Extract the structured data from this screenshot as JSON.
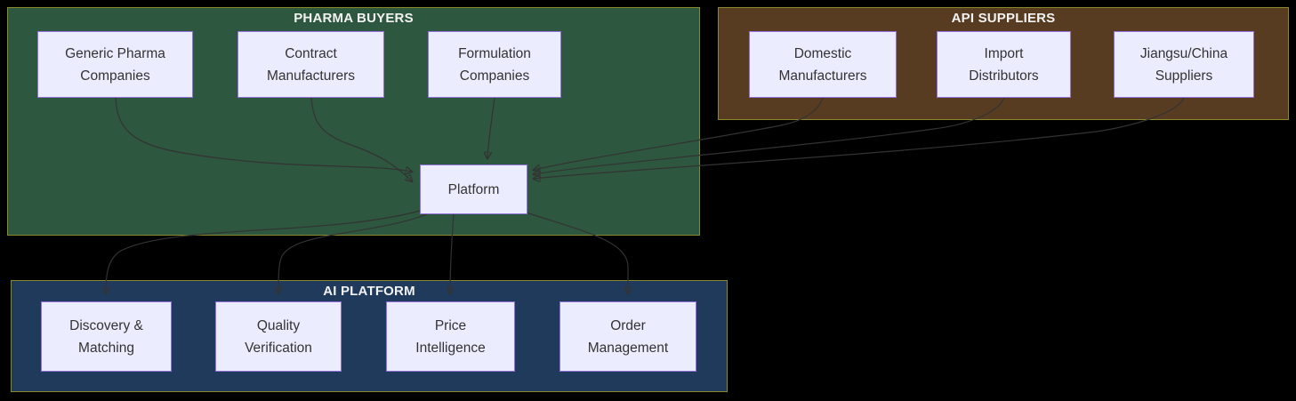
{
  "page": {
    "background_color": "#000000"
  },
  "diagram": {
    "type": "flowchart",
    "clusters": {
      "pharma_buyers": {
        "label": "PHARMA BUYERS",
        "fill": "#2d573e",
        "border": "#8a8a2a"
      },
      "api_suppliers": {
        "label": "API SUPPLIERS",
        "fill": "#583c21",
        "border": "#8a8a2a"
      },
      "ai_platform": {
        "label": "AI PLATFORM",
        "fill": "#203a5c",
        "border": "#8a8a2a"
      }
    },
    "node_style": {
      "fill": "#ECECFF",
      "border": "#9370DB",
      "text_color": "#333333"
    },
    "edge_color": "#333333",
    "nodes": {
      "generic": {
        "line1": "Generic Pharma",
        "line2": "Companies"
      },
      "contract": {
        "line1": "Contract",
        "line2": "Manufacturers"
      },
      "formulation": {
        "line1": "Formulation",
        "line2": "Companies"
      },
      "platform": {
        "line1": "Platform"
      },
      "domestic": {
        "line1": "Domestic",
        "line2": "Manufacturers"
      },
      "import": {
        "line1": "Import",
        "line2": "Distributors"
      },
      "jiangsu": {
        "line1": "Jiangsu/China",
        "line2": "Suppliers"
      },
      "discovery": {
        "line1": "Discovery &",
        "line2": "Matching"
      },
      "quality": {
        "line1": "Quality",
        "line2": "Verification"
      },
      "price": {
        "line1": "Price",
        "line2": "Intelligence"
      },
      "order": {
        "line1": "Order",
        "line2": "Management"
      }
    },
    "edges": [
      {
        "from": "generic",
        "to": "platform"
      },
      {
        "from": "contract",
        "to": "platform"
      },
      {
        "from": "formulation",
        "to": "platform"
      },
      {
        "from": "domestic",
        "to": "platform"
      },
      {
        "from": "import",
        "to": "platform"
      },
      {
        "from": "jiangsu",
        "to": "platform"
      },
      {
        "from": "platform",
        "to": "discovery"
      },
      {
        "from": "platform",
        "to": "quality"
      },
      {
        "from": "platform",
        "to": "price"
      },
      {
        "from": "platform",
        "to": "order"
      }
    ]
  }
}
